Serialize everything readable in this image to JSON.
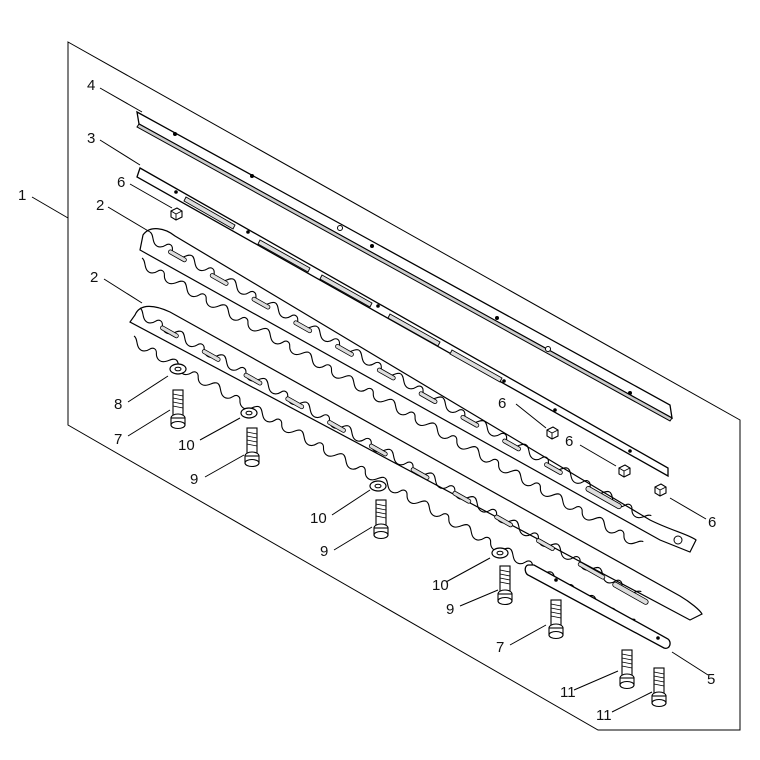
{
  "diagram": {
    "labels": {
      "frame": "1",
      "blade_upper": "2",
      "blade_lower": "2",
      "guide_plate": "3",
      "top_plate": "4",
      "bottom_plate": "5",
      "nut_a": "6",
      "nut_b": "6",
      "nut_c": "6",
      "nut_d": "6",
      "bolt_long_a": "7",
      "bolt_long_b": "7",
      "washer_large": "8",
      "bolt_a": "9",
      "bolt_b": "9",
      "bolt_c": "9",
      "washer_a": "10",
      "washer_b": "10",
      "washer_c": "10",
      "bolt_end_a": "11",
      "bolt_end_b": "11"
    }
  }
}
